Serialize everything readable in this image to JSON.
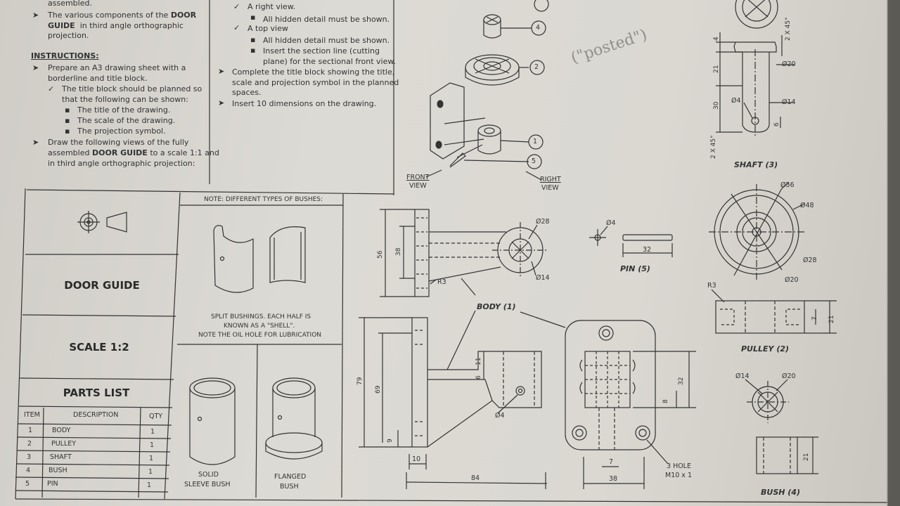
{
  "left_text": {
    "line_assembled": "assembled.",
    "components_1": "The various components of the",
    "components_bold": "DOOR",
    "components_2": "GUIDE",
    "components_3": "in third angle orthographic",
    "components_4": "projection.",
    "instructions_heading": "INSTRUCTIONS:",
    "i1a": "Prepare an A3 drawing sheet with a",
    "i1b": "borderline and title block.",
    "i1c": "The title block should be planned so",
    "i1d": "that the following can be shown:",
    "b1": "The title of the drawing.",
    "b2": "The scale of the drawing.",
    "b3": "The projection symbol.",
    "i2a": "Draw the following views of the fully",
    "i2b_1": "assembled",
    "i2b_bold": "DOOR GUIDE",
    "i2b_2": "to a scale 1:1 and",
    "i2c": "in third angle orthographic projection:"
  },
  "middle_text": {
    "right_view": "A right view.",
    "hidden1": "All hidden detail must be shown.",
    "top_view": "A top view",
    "hidden2": "All hidden detail must be shown.",
    "section_a": "Insert the section line (cutting",
    "section_b": "plane) for the sectional front view.",
    "title_a": "Complete the title block showing the title,",
    "title_b": "scale and projection symbol in the planned",
    "title_c": "spaces.",
    "dims": "Insert 10 dimensions on the drawing."
  },
  "title_block": {
    "title": "DOOR GUIDE",
    "scale": "SCALE 1:2",
    "parts_list": "PARTS LIST",
    "headers": [
      "ITEM",
      "DESCRIPTION",
      "QTY"
    ],
    "rows": [
      [
        "1",
        "BODY",
        "1"
      ],
      [
        "2",
        "PULLEY",
        "1"
      ],
      [
        "3",
        "SHAFT",
        "1"
      ],
      [
        "4",
        "BUSH",
        "1"
      ],
      [
        "5",
        "PIN",
        "1"
      ]
    ]
  },
  "bushes": {
    "note": "NOTE: DIFFERENT TYPES OF BUSHES:",
    "split_1": "SPLIT BUSHINGS. EACH HALF IS",
    "split_2": "KNOWN AS A \"SHELL\".",
    "split_3": "NOTE THE OIL HOLE FOR LUBRICATION",
    "solid_1": "SOLID",
    "solid_2": "SLEEVE BUSH",
    "flanged_1": "FLANGED",
    "flanged_2": "BUSH"
  },
  "iso": {
    "front_1": "FRONT",
    "front_2": "VIEW",
    "right_1": "RIGHT",
    "right_2": "VIEW",
    "balloons": [
      "4",
      "2",
      "1",
      "5"
    ],
    "handwriting": "(\"posted\")"
  },
  "parts": {
    "body": "BODY (1)",
    "pin": "PIN (5)",
    "shaft": "SHAFT (3)",
    "pulley": "PULLEY (2)",
    "bush": "BUSH (4)"
  },
  "dims": {
    "d28": "Ø28",
    "d14": "Ø14",
    "d56v": "56",
    "d38v": "38",
    "r3": "R3",
    "d4": "Ø4",
    "d32": "32",
    "d79": "79",
    "d69": "69",
    "d9": "9",
    "d10": "10",
    "d84": "84",
    "d11": "11",
    "d6": "6",
    "d8": "8",
    "d7": "7",
    "d38": "38",
    "d32v": "32",
    "hole_1": "3 HOLE",
    "hole_2": "M10 x 1",
    "s4": "4",
    "s2x45": "2 X 45°",
    "s21": "21",
    "s20": "Ø20",
    "s30": "30",
    "s4d": "Ø4",
    "s14": "Ø14",
    "s6": "6",
    "s2x45b": "2 X 45°",
    "p56": "Ø56",
    "p48": "Ø48",
    "p28": "Ø28",
    "p20": "Ø20",
    "pr3": "R3",
    "p7": "7",
    "p21": "21",
    "b14": "Ø14",
    "b20": "Ø20",
    "b21": "21"
  }
}
